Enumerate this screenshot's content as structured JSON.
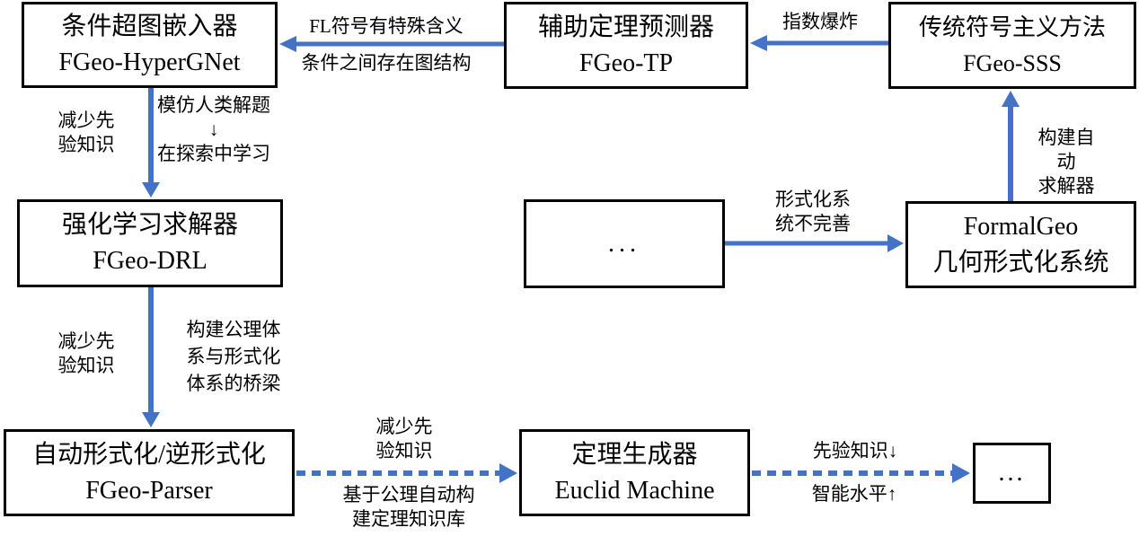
{
  "colors": {
    "arrow": "#4472C4",
    "border": "#000000",
    "background": "#ffffff",
    "text": "#000000"
  },
  "nodes": {
    "hypergnet": {
      "title": "条件超图嵌入器",
      "subtitle": "FGeo-HyperGNet"
    },
    "tp": {
      "title": "辅助定理预测器",
      "subtitle": "FGeo-TP"
    },
    "sss": {
      "title": "传统符号主义方法",
      "subtitle": "FGeo-SSS"
    },
    "drl": {
      "title": "强化学习求解器",
      "subtitle": "FGeo-DRL"
    },
    "dots_mid": {
      "title": "..."
    },
    "formalgeo": {
      "title": "FormalGeo",
      "subtitle": "几何形式化系统"
    },
    "parser": {
      "title": "自动形式化/逆形式化",
      "subtitle": "FGeo-Parser"
    },
    "euclid": {
      "title": "定理生成器",
      "subtitle": "Euclid Machine"
    },
    "dots_end": {
      "title": "..."
    }
  },
  "edge_labels": {
    "tp_to_hypergnet_above": "FL符号有特殊含义",
    "tp_to_hypergnet_below": "条件之间存在图结构",
    "sss_to_tp": "指数爆炸",
    "hypergnet_to_drl_left": "减少先\n验知识",
    "hypergnet_to_drl_right": "模仿人类解题\n↓\n在探索中学习",
    "drl_to_parser_left": "减少先\n验知识",
    "drl_to_parser_right": "构建公理体\n系与形式化\n体系的桥梁",
    "dots_to_formalgeo": "形式化系\n统不完善",
    "formalgeo_to_sss": "构建自动\n求解器",
    "parser_to_euclid_above": "减少先\n验知识",
    "parser_to_euclid_below": "基于公理自动构\n建定理知识库",
    "euclid_to_dots_above": "先验知识↓",
    "euclid_to_dots_below": "智能水平↑"
  }
}
